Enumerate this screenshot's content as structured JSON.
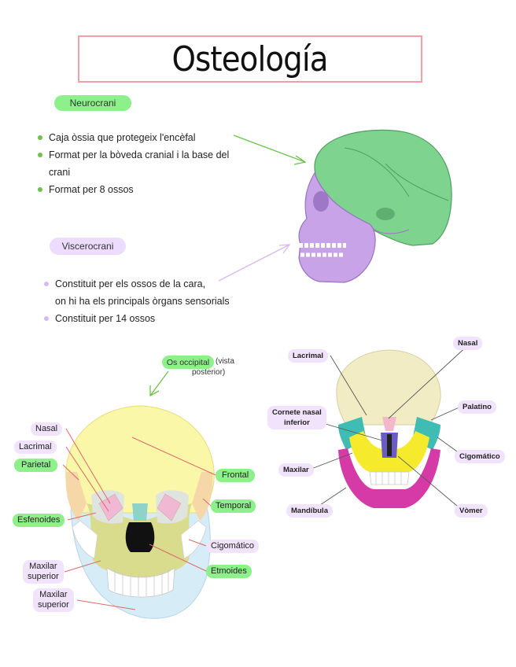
{
  "title": "Osteología",
  "neurocrani": {
    "label": "Neurocrani",
    "bullets": [
      "Caja òssia que protegeix l'encèfal",
      "Format per la bòveda cranial i la base del",
      "crani",
      "Format per 8 ossos"
    ]
  },
  "viscerocrani": {
    "label": "Viscerocrani",
    "bullets": [
      "Constituit per els ossos de la cara,",
      "on hi ha els principals òrgans sensorials",
      "Constituit per 14 ossos"
    ]
  },
  "occipital_note": {
    "label": "Os occipital",
    "text1": "(vista",
    "text2": "posterior)"
  },
  "front_skull_labels": {
    "nasal": "Nasal",
    "lacrimal": "Lacrimal",
    "parietal": "Parietal",
    "esfenoides": "Esfenoides",
    "maxilar1_a": "Maxilar",
    "maxilar1_b": "superior",
    "maxilar2_a": "Maxilar",
    "maxilar2_b": "superior",
    "frontal": "Frontal",
    "temporal": "Temporal",
    "cigomatico": "Cigomático",
    "etmoides": "Etmoides"
  },
  "right_skull_labels": {
    "lacrimal": "Lacrimal",
    "nasal": "Nasal",
    "cornete_a": "Cornete nasal",
    "cornete_b": "inferior",
    "palatino": "Palatino",
    "cigomatico": "Cigomático",
    "maxilar": "Maxilar",
    "mandibula": "Mandíbula",
    "vomer": "Vòmer"
  },
  "colors": {
    "title_border": "#f0a0a8",
    "green_pill": "#8ef08a",
    "violet_pill": "#eedcff",
    "neurocranium_green": "#7ed38f",
    "viscerocranium_violet": "#c8a3e8",
    "frontal_yellow": "#fbf7a8",
    "maxilla_olive": "#d9dc8c",
    "mandible_blue": "#d6ecf7",
    "mandible_magenta": "#d63aa6",
    "zygomatic_teal": "#3fbdb4",
    "maxilla_yellow": "#f5ea2c"
  }
}
